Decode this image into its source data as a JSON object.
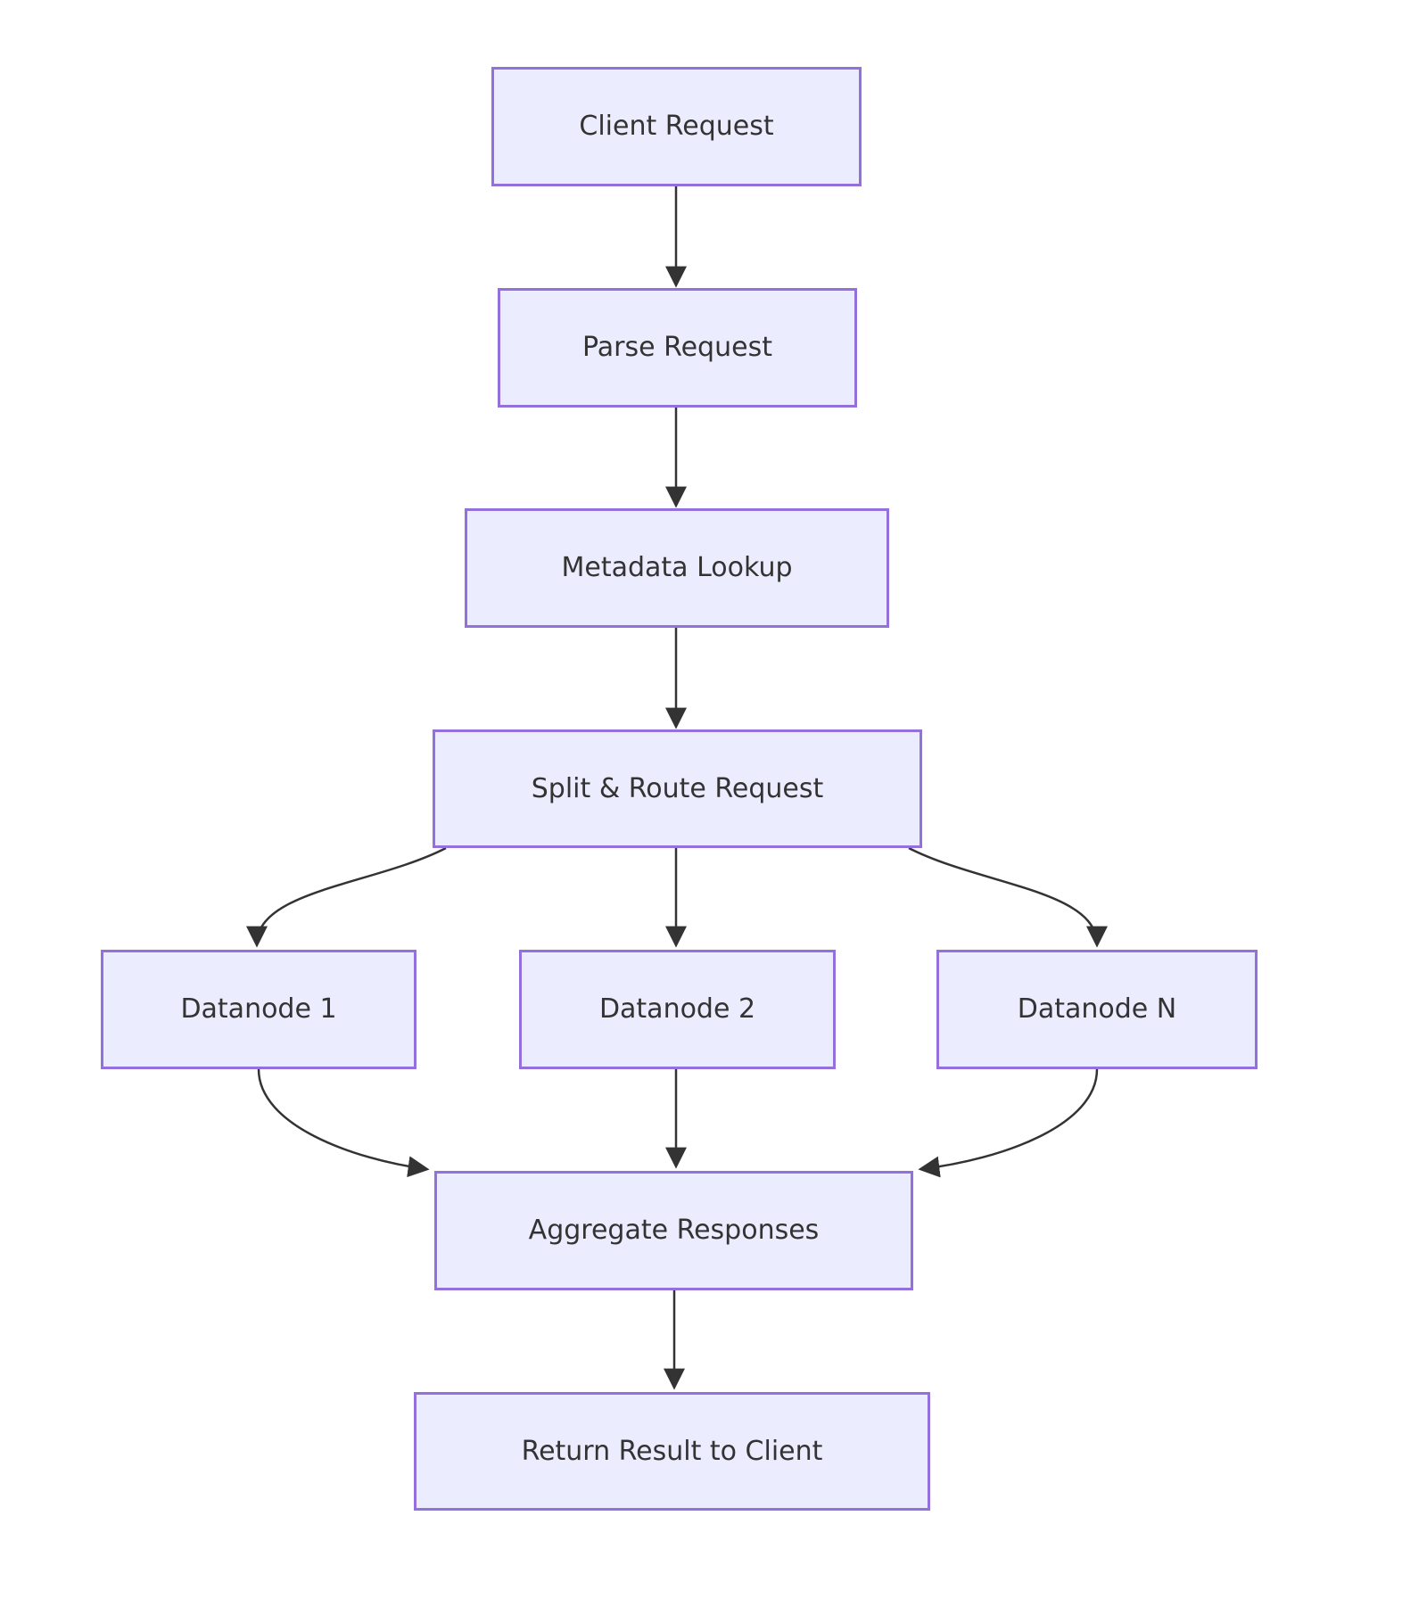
{
  "diagram": {
    "type": "flowchart",
    "direction": "top-down",
    "nodes": [
      {
        "id": "client",
        "label": "Client Request"
      },
      {
        "id": "parse",
        "label": "Parse Request"
      },
      {
        "id": "metadata",
        "label": "Metadata Lookup"
      },
      {
        "id": "split",
        "label": "Split & Route Request"
      },
      {
        "id": "dn1",
        "label": "Datanode 1"
      },
      {
        "id": "dn2",
        "label": "Datanode 2"
      },
      {
        "id": "dnn",
        "label": "Datanode N"
      },
      {
        "id": "agg",
        "label": "Aggregate Responses"
      },
      {
        "id": "return",
        "label": "Return Result to Client"
      }
    ],
    "edges": [
      {
        "from": "client",
        "to": "parse"
      },
      {
        "from": "parse",
        "to": "metadata"
      },
      {
        "from": "metadata",
        "to": "split"
      },
      {
        "from": "split",
        "to": "dn1"
      },
      {
        "from": "split",
        "to": "dn2"
      },
      {
        "from": "split",
        "to": "dnn"
      },
      {
        "from": "dn1",
        "to": "agg"
      },
      {
        "from": "dn2",
        "to": "agg"
      },
      {
        "from": "dnn",
        "to": "agg"
      },
      {
        "from": "agg",
        "to": "return"
      }
    ],
    "theme": {
      "node_fill": "#ECECFF",
      "node_border": "#9370DB",
      "edge_color": "#333333",
      "text_color": "#333333",
      "background": "#FFFFFF"
    }
  }
}
